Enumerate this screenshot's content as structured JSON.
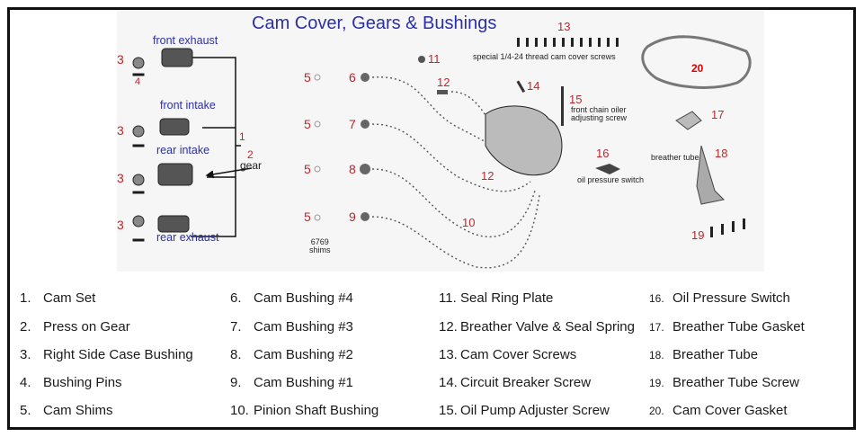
{
  "diagram": {
    "title": "Cam Cover, Gears & Bushings",
    "labels": {
      "front_exhaust": "front exhaust",
      "front_intake": "front intake",
      "rear_intake": "rear intake",
      "rear_exhaust": "rear exhaust",
      "gear": "gear",
      "shims": "6769\nshims",
      "cover_screws": "special 1/4-24 thread cam cover screws",
      "chain_oiler": "front chain oiler",
      "adjusting_screw": "adjusting screw",
      "oil_pressure_switch": "oil pressure switch",
      "breather_tube": "breather tube"
    },
    "callouts": {
      "n1": "1",
      "n2": "2",
      "n3": "3",
      "n4": "4",
      "n5": "5",
      "n6": "6",
      "n7": "7",
      "n8": "8",
      "n9": "9",
      "n10": "10",
      "n11": "11",
      "n12": "12",
      "n13": "13",
      "n14": "14",
      "n15": "15",
      "n16": "16",
      "n17": "17",
      "n18": "18",
      "n19": "19",
      "n20": "20"
    },
    "colors": {
      "title": "#2b2fa8",
      "callout": "#c0262b"
    }
  },
  "legend": [
    [
      {
        "num": "1.",
        "text": "Cam Set"
      },
      {
        "num": "2.",
        "text": "Press on Gear"
      },
      {
        "num": "3.",
        "text": "Right Side Case Bushing"
      },
      {
        "num": "4.",
        "text": "Bushing Pins"
      },
      {
        "num": "5.",
        "text": "Cam Shims"
      }
    ],
    [
      {
        "num": "6.",
        "text": "Cam Bushing #4"
      },
      {
        "num": "7.",
        "text": "Cam Bushing #3"
      },
      {
        "num": "8.",
        "text": "Cam Bushing #2"
      },
      {
        "num": "9.",
        "text": "Cam Bushing #1"
      },
      {
        "num": "10.",
        "text": "Pinion Shaft Bushing"
      }
    ],
    [
      {
        "num": "11.",
        "text": "Seal Ring Plate"
      },
      {
        "num": "12.",
        "text": "Breather Valve & Seal Spring"
      },
      {
        "num": "13.",
        "text": "Cam Cover Screws"
      },
      {
        "num": "14.",
        "text": "Circuit Breaker Screw"
      },
      {
        "num": "15.",
        "text": "Oil Pump Adjuster Screw"
      }
    ],
    [
      {
        "num": "16.",
        "text": "Oil Pressure Switch"
      },
      {
        "num": "17.",
        "text": "Breather Tube Gasket"
      },
      {
        "num": "18.",
        "text": "Breather Tube"
      },
      {
        "num": "19.",
        "text": "Breather Tube Screw"
      },
      {
        "num": "20.",
        "text": "Cam Cover Gasket"
      }
    ]
  ]
}
